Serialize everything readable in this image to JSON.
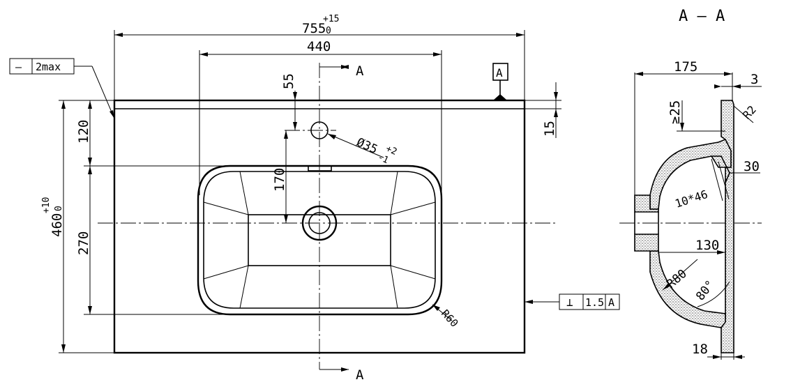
{
  "top_view": {
    "width_dim": "755",
    "width_tol_upper": "+15",
    "width_tol_lower": "0",
    "basin_width_dim": "440",
    "rim_offset_dim": "55",
    "rim_thickness_dim": "15",
    "hole_offset_dim": "120",
    "overflow_dim": "170",
    "basin_depth_dim": "270",
    "depth_dim": "460",
    "depth_tol_upper": "+10",
    "depth_tol_lower": "0",
    "tap_hole_dim": "Ø35",
    "tap_hole_tol_upper": "+2",
    "tap_hole_tol_lower": "-1",
    "corner_radius": "R60",
    "flatness_symbol": "—",
    "flatness_value": "2max",
    "perpendicularity_symbol": "⊥",
    "perpendicularity_value": "1.5",
    "datum_ref": "A",
    "datum_label": "A",
    "section_mark_top": "A",
    "section_mark_bottom": "A"
  },
  "section_view": {
    "title": "A — A",
    "depth_dim": "175",
    "wall_dim": "3",
    "min_dim": "≥25",
    "edge_radius": "R2",
    "overflow_dim": "30",
    "slot_dim": "10*46",
    "center_dim": "130",
    "bowl_radius": "R80",
    "angle_dim": "80°",
    "bottom_dim": "18"
  }
}
